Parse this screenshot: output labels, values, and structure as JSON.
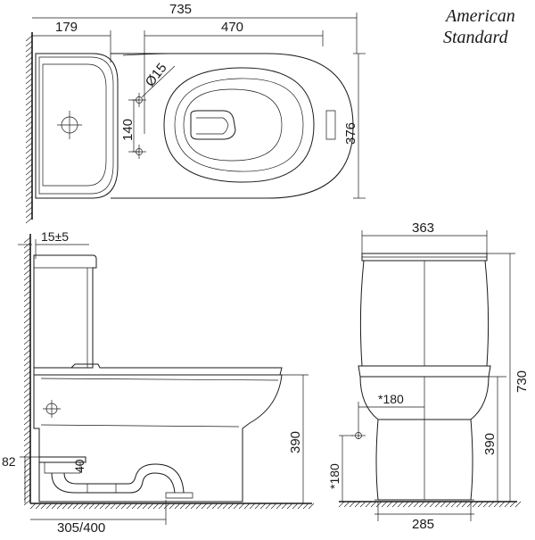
{
  "brand": {
    "line1": "American",
    "line2": "Standard"
  },
  "top_view": {
    "overall_length": "735",
    "tank_depth": "179",
    "bowl_length": "470",
    "inlet_diameter": "Ø15",
    "inlet_spacing": "140",
    "overall_width": "376"
  },
  "side_view": {
    "wall_gap": "15±5",
    "seat_height": "390",
    "outlet_height": "82",
    "outlet_pipe": "40",
    "rough_in": "305/400"
  },
  "front_view": {
    "tank_width": "363",
    "overall_height": "730",
    "inlet_offset": "*180",
    "seat_height": "390",
    "inlet_height": "*180",
    "base_width": "285"
  }
}
